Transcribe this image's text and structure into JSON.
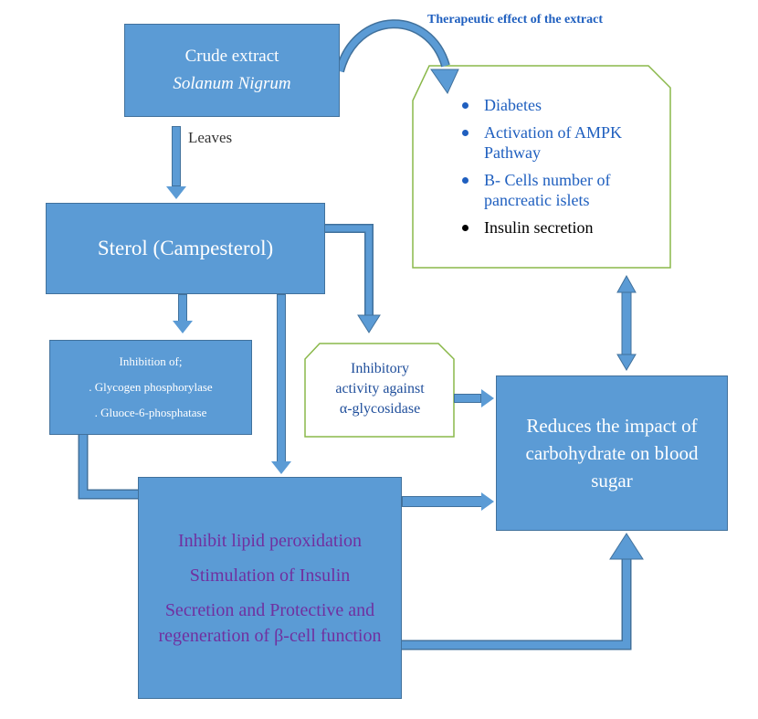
{
  "crude": {
    "line1": "Crude extract",
    "line2": "Solanum Nigrum"
  },
  "leaves_label": "Leaves",
  "sterol_label": "Sterol (Campesterol)",
  "inhibition": {
    "title": "Inhibition of;",
    "item1": ". Glycogen phosphorylase",
    "item2": ". Gluoce-6-phosphatase"
  },
  "glycosidase": {
    "line1": "Inhibitory",
    "line2": "activity against",
    "line3": "α-glycosidase"
  },
  "center": {
    "line1": "Inhibit lipid peroxidation",
    "line2": "Stimulation of Insulin",
    "line3": "Secretion and Protective and regeneration of β-cell function"
  },
  "reduces_label": "Reduces the impact of carbohydrate on blood sugar",
  "effect": {
    "title": "Therapeutic effect of the extract",
    "items": [
      "Diabetes",
      "Activation of AMPK Pathway",
      "B- Cells number of pancreatic islets",
      "Insulin secretion"
    ]
  },
  "colors": {
    "box_fill": "#5b9bd5",
    "box_border": "#41719c",
    "octagon_border": "#8ab84a",
    "center_text": "#7030a0",
    "effect_text": "#1f5fbf"
  }
}
